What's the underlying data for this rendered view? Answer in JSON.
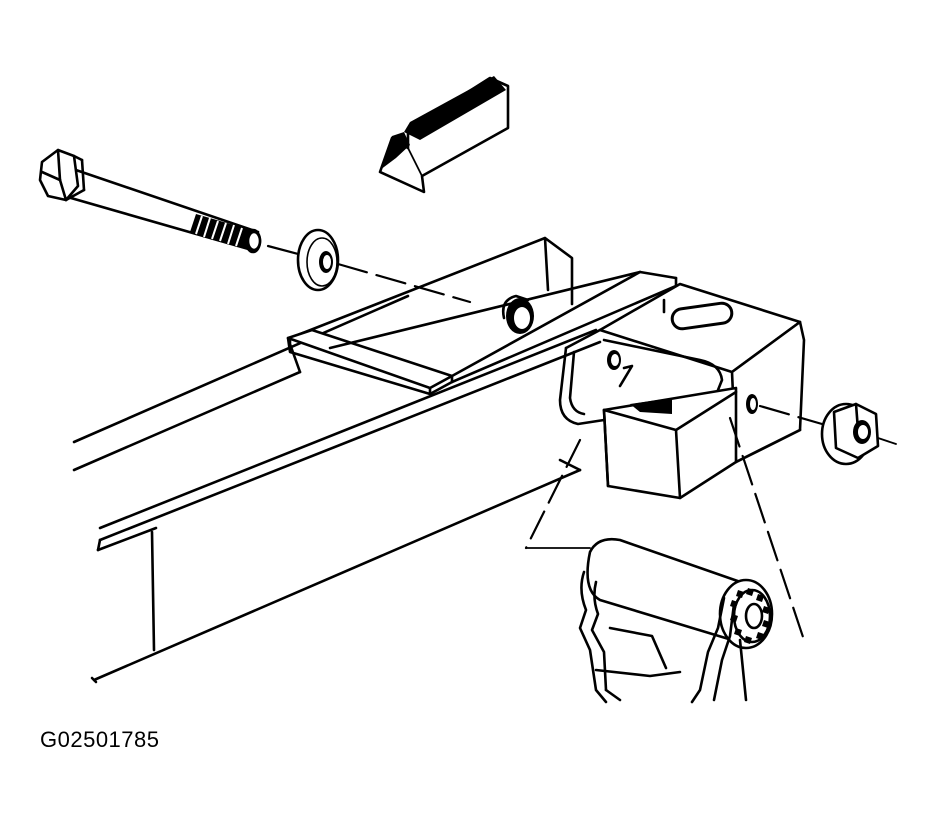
{
  "figure": {
    "id_label": "G02501785"
  },
  "parts": [
    "direction-arrow",
    "hex-bolt",
    "flat-washer",
    "frame-rail",
    "spring-hanger-bracket",
    "flange-nut",
    "leaf-spring-eye-bushing"
  ]
}
